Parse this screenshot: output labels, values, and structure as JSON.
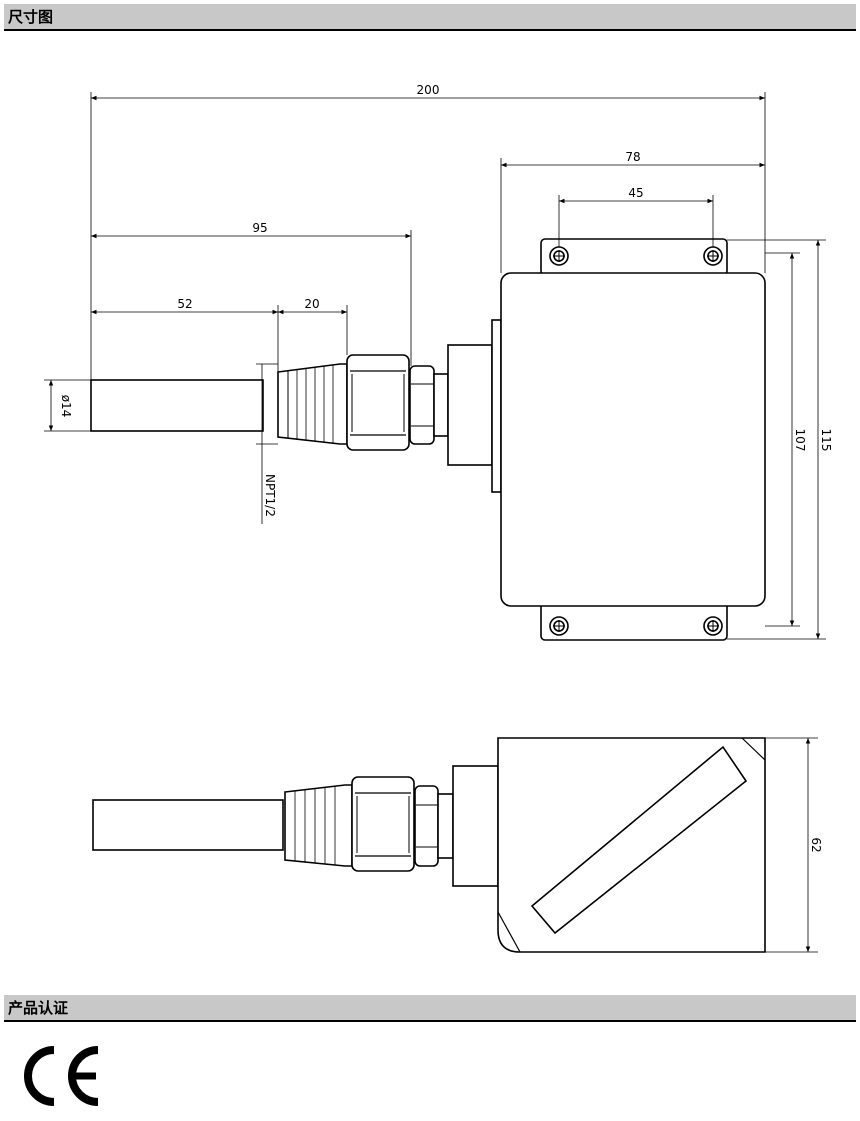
{
  "sections": {
    "dimensions_title": "尺寸图",
    "certification_title": "产品认证"
  },
  "dimensions": {
    "overall_length": "200",
    "housing_width": "78",
    "mount_hole_spacing": "45",
    "to_nut": "95",
    "probe_length": "52",
    "thread_length": "20",
    "probe_diameter": "ø14",
    "thread_spec": "NPT1/2",
    "inner_height": "107",
    "outer_height": "115",
    "depth": "62"
  },
  "certification": {
    "mark": "CE"
  },
  "colors": {
    "section_bar": "#c8c8c8",
    "line": "#000000"
  }
}
